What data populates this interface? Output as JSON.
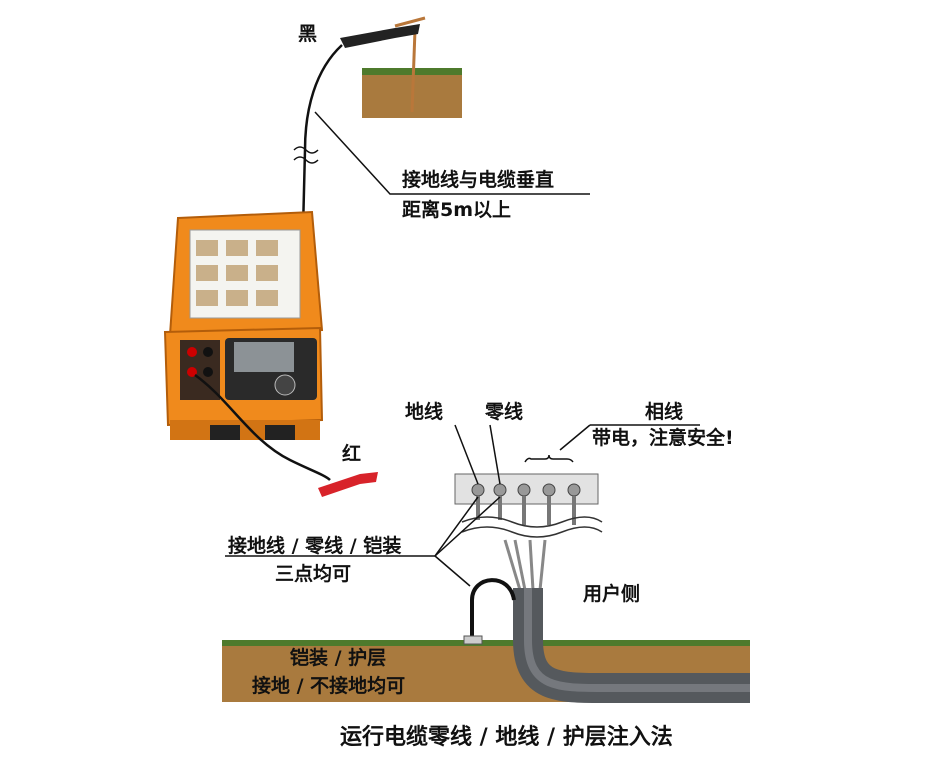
{
  "labels": {
    "black_clip": "黑",
    "red_clip": "红",
    "ground_note_line1": "接地线与电缆垂直",
    "ground_note_line2": "距离5m以上",
    "earth_wire": "地线",
    "neutral_wire": "零线",
    "phase_wire": "相线",
    "live_warning": "带电，注意安全!",
    "injection_points_line1": "接地线 / 零线 / 铠装",
    "injection_points_line2": "三点均可",
    "user_side": "用户侧",
    "armor_line1": "铠装 / 护层",
    "armor_line2": "接地 / 不接地均可"
  },
  "title": "运行电缆零线 / 地线 / 护层注入法",
  "colors": {
    "device_orange": "#f08a1c",
    "soil": "#a97a3e",
    "grass": "#4e7a2c",
    "cable_grey": "#6f7377",
    "clip_red": "#d8232a"
  }
}
